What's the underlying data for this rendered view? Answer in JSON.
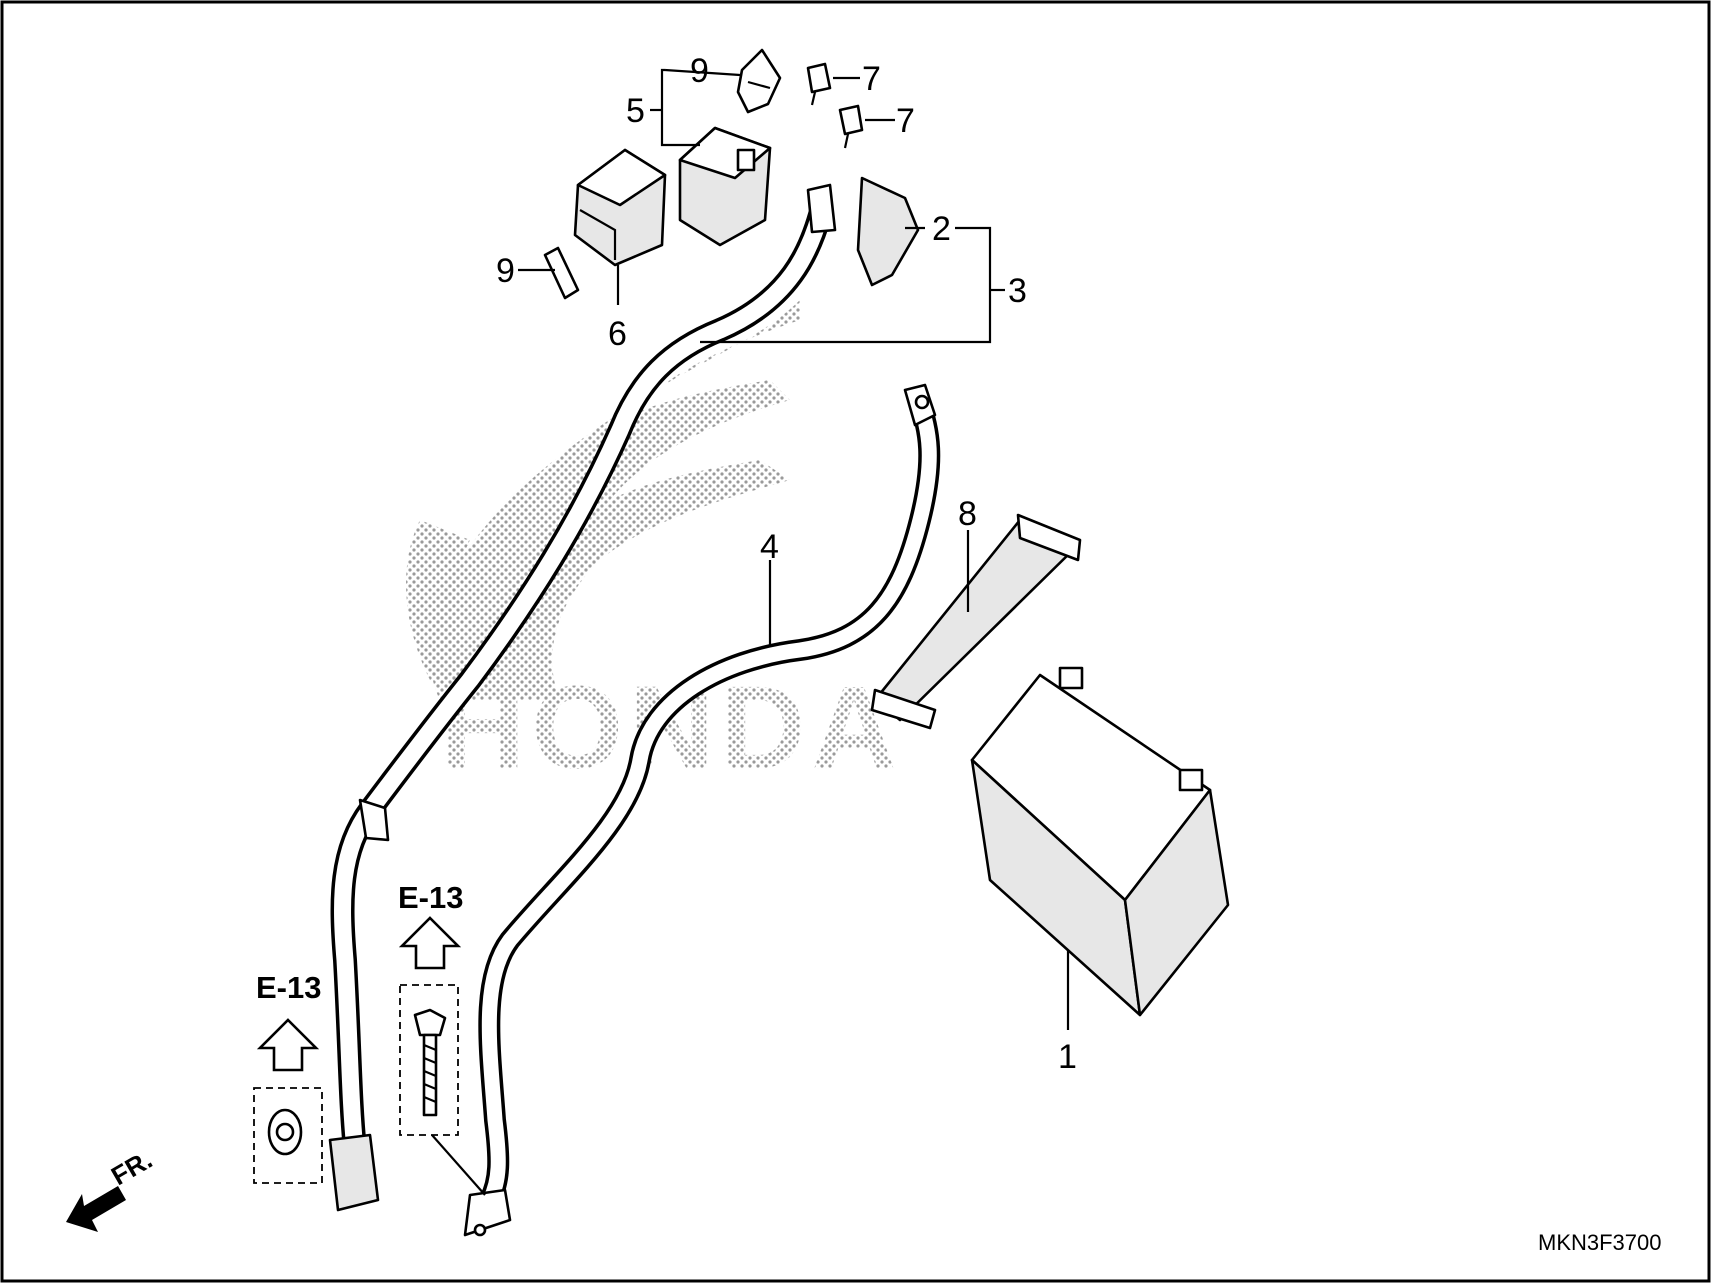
{
  "diagram": {
    "drawing_code": "MKN3F3700",
    "front_indicator": "FR.",
    "watermark": "HONDA",
    "reference_labels": [
      "E-13",
      "E-13"
    ],
    "parts": [
      {
        "callout": "1",
        "label": "1"
      },
      {
        "callout": "2",
        "label": "2"
      },
      {
        "callout": "3",
        "label": "3"
      },
      {
        "callout": "4",
        "label": "4"
      },
      {
        "callout": "5",
        "label": "5"
      },
      {
        "callout": "6",
        "label": "6"
      },
      {
        "callout": "7a",
        "label": "7"
      },
      {
        "callout": "7b",
        "label": "7"
      },
      {
        "callout": "8",
        "label": "8"
      },
      {
        "callout": "9a",
        "label": "9"
      },
      {
        "callout": "9b",
        "label": "9"
      }
    ]
  }
}
